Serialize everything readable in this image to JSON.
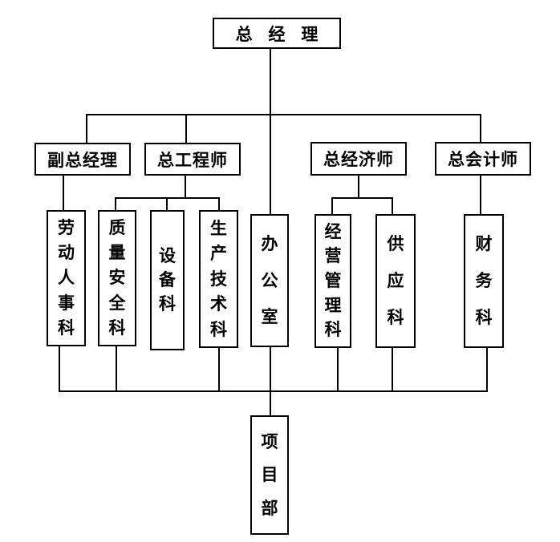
{
  "page": {
    "background_color": "#ffffff",
    "line_color": "#000000",
    "text_color": "#000000"
  },
  "org_chart": {
    "root": {
      "label": "总 经 理"
    },
    "executives": [
      {
        "label": "副总经理"
      },
      {
        "label": "总工程师"
      },
      {
        "label": "总经济师"
      },
      {
        "label": "总会计师"
      }
    ],
    "departments": [
      {
        "label": "劳动人事科"
      },
      {
        "label": "质量安全科"
      },
      {
        "label": "设备科"
      },
      {
        "label": "生产技术科"
      },
      {
        "label": "办公室"
      },
      {
        "label": "经营管理科"
      },
      {
        "label": "供应科"
      },
      {
        "label": "财务科"
      }
    ],
    "project": {
      "label": "项目部"
    }
  }
}
